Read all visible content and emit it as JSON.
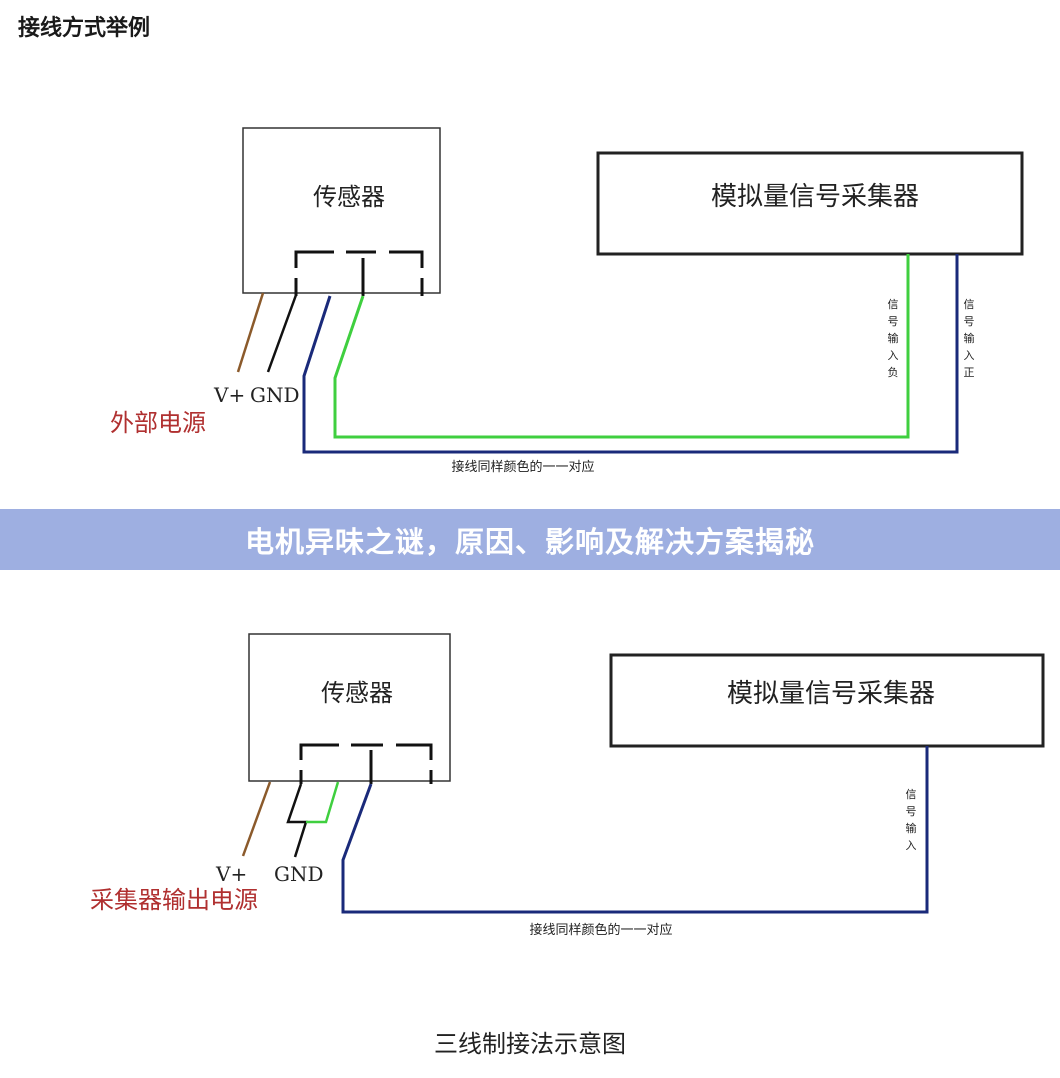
{
  "heading": "接线方式举例",
  "banner": "电机异味之谜，原因、影响及解决方案揭秘",
  "diagram1": {
    "sensor": "传感器",
    "collector": "模拟量信号采集器",
    "vplus": "V+",
    "gnd": "GND",
    "power_label": "外部电源",
    "signal_neg": "信号输入负",
    "signal_pos": "信号输入正",
    "note": "接线同样颜色的一一对应"
  },
  "diagram2": {
    "sensor": "传感器",
    "collector": "模拟量信号采集器",
    "vplus": "V+",
    "gnd": "GND",
    "power_label": "采集器输出电源",
    "signal": "信号输入",
    "note": "接线同样颜色的一一对应"
  },
  "caption": "三线制接法示意图",
  "colors": {
    "brown": "#8b5a2b",
    "black": "#111111",
    "blue": "#1a2a7a",
    "green": "#3fcf3f",
    "red_label": "#b03030",
    "banner": "#96a8de"
  }
}
